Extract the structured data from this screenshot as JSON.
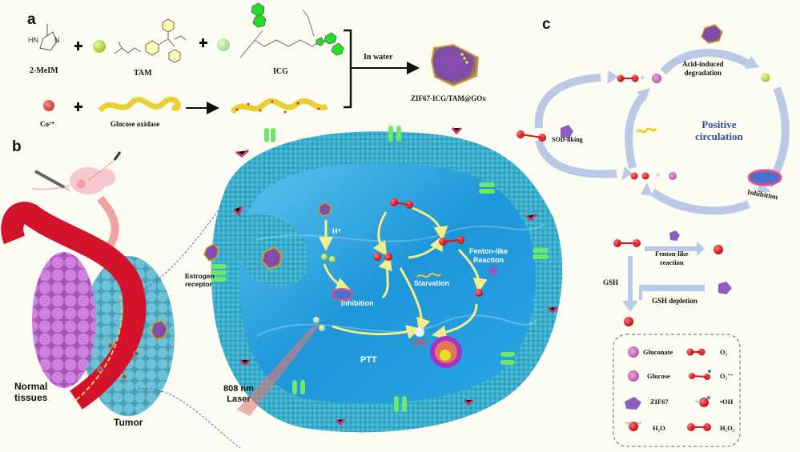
{
  "panels": {
    "a": "a",
    "b": "b",
    "c": "c"
  },
  "panel_a": {
    "reagents": [
      "2-MeIM",
      "TAM",
      "ICG"
    ],
    "metal": "Co²⁺",
    "enzyme": "Glucose oxidase",
    "condition": "In water",
    "product": "ZIF67-ICG/TAM@GOx",
    "plus_sign": "✚",
    "hn_label": "HN",
    "n_label": "N"
  },
  "panel_b": {
    "normal_tissues": [
      "Normal",
      "tissues"
    ],
    "tumor": "Tumor",
    "laser": [
      "808 nm",
      "Laser"
    ],
    "estrogen_receptor": [
      "Estrogen",
      "receptor"
    ],
    "h_plus": "H⁺",
    "inhibition": "Inhibition",
    "starvation": "Starvation",
    "fenton": [
      "Fenton-like",
      "Reaction"
    ],
    "ptt": "PTT"
  },
  "panel_c": {
    "acid_degradation": [
      "Acid-induced",
      "degradation"
    ],
    "positive_circulation": [
      "Positive",
      "circulation"
    ],
    "sod": "SOD-liking",
    "inhibition": "Inhibition",
    "fenton": [
      "Fenton-like",
      "reaction"
    ],
    "gsh": "GSH",
    "gsh_depletion": "GSH depletion",
    "plus": "+",
    "legend": [
      {
        "icon": "gluconate",
        "label": "Gluconate"
      },
      {
        "icon": "o2",
        "label": "O₂"
      },
      {
        "icon": "glucose",
        "label": "Glucose"
      },
      {
        "icon": "superoxide",
        "label": "O₂˙⁻"
      },
      {
        "icon": "zif67",
        "label": "ZIF67"
      },
      {
        "icon": "hydroxyl",
        "label": "•OH"
      },
      {
        "icon": "water",
        "label": "H₂O"
      },
      {
        "icon": "h2o2",
        "label": "H₂O₂"
      }
    ]
  },
  "colors": {
    "background": "#fdfcf2",
    "cycle_arrow": "#b9c9e6",
    "title_blue": "#2f4f9e",
    "oxygen_red": "#e0141c",
    "membrane": "#3aa7c8",
    "cytoplasm": "#2aa0e0",
    "receptor_green": "#6ee86a",
    "vessel_red": "#d3132c",
    "tumor_blue": "#5fb3c9",
    "normal_purple": "#c676d6",
    "zif_purple": "#8a5fc0",
    "gold": "#c9a227",
    "yellow_arrow": "#f3ee8a"
  }
}
